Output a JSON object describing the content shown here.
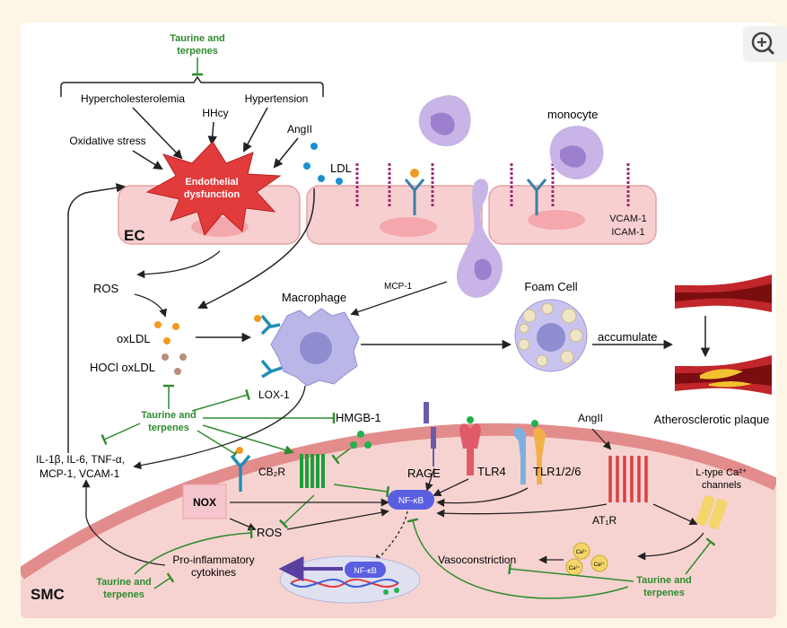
{
  "figure": {
    "taurine_top": [
      "Taurine and",
      "terpenes"
    ],
    "risk_factors": {
      "hypercholesterolemia": "Hypercholesterolemia",
      "hhcy": "HHcy",
      "hypertension": "Hypertension",
      "oxidative_stress": "Oxidative stress",
      "angii": "AngII"
    },
    "endothelial": [
      "Endothelial",
      "dysfunction"
    ],
    "ec_label": "EC",
    "ldl": "LDL",
    "monocyte": "monocyte",
    "vcam": "VCAM-1",
    "icam": "ICAM-1",
    "ros_top": "ROS",
    "mcp1": "MCP-1",
    "macrophage": "Macrophage",
    "foam_cell": "Foam Cell",
    "oxldl": "oxLDL",
    "hocl_oxldl": "HOCl oxLDL",
    "accumulate": "accumulate",
    "lox1": "LOX-1",
    "taurine_mid": [
      "Taurine and",
      "terpenes"
    ],
    "hmgb1": "HMGB-1",
    "atherosclerotic_plaque": "Atherosclerotic plaque",
    "angii_right": "AngII",
    "cytokines": [
      "IL-1β, IL-6, TNF-α,",
      "MCP-1, VCAM-1"
    ],
    "cb2r": "CB₂R",
    "rage": "RAGE",
    "tlr4": "TLR4",
    "tlr126": "TLR1/2/6",
    "ltype": [
      "L-type Ca²⁺",
      "channels"
    ],
    "nox": "NOX",
    "nfkb": "NF-κB",
    "at1r": "AT₁R",
    "ros_bottom": "ROS",
    "pro_inflammatory": [
      "Pro-inflammatory",
      "cytokines"
    ],
    "vasoconstriction": "Vasoconstriction",
    "taurine_bl": [
      "Taurine and",
      "terpenes"
    ],
    "taurine_br": [
      "Taurine and",
      "terpenes"
    ],
    "ca": "Ca²⁺",
    "smc_label": "SMC",
    "nfkb_nucleus": "NF-κB"
  },
  "colors": {
    "green": "#2e8b2e",
    "cell_pink": "#f7cfd0",
    "cell_border": "#e7a1a4",
    "smc_band": "#e28c8c",
    "smc_body": "#f6d3d1",
    "nfkb_blue": "#5a5ee0",
    "star_red": "#e23b3b",
    "monocyte_purple": "#c8b4e6",
    "receptor_blue": "#1f8fb8"
  },
  "toolbar": {
    "zoom_icon": "zoom-in-icon"
  }
}
